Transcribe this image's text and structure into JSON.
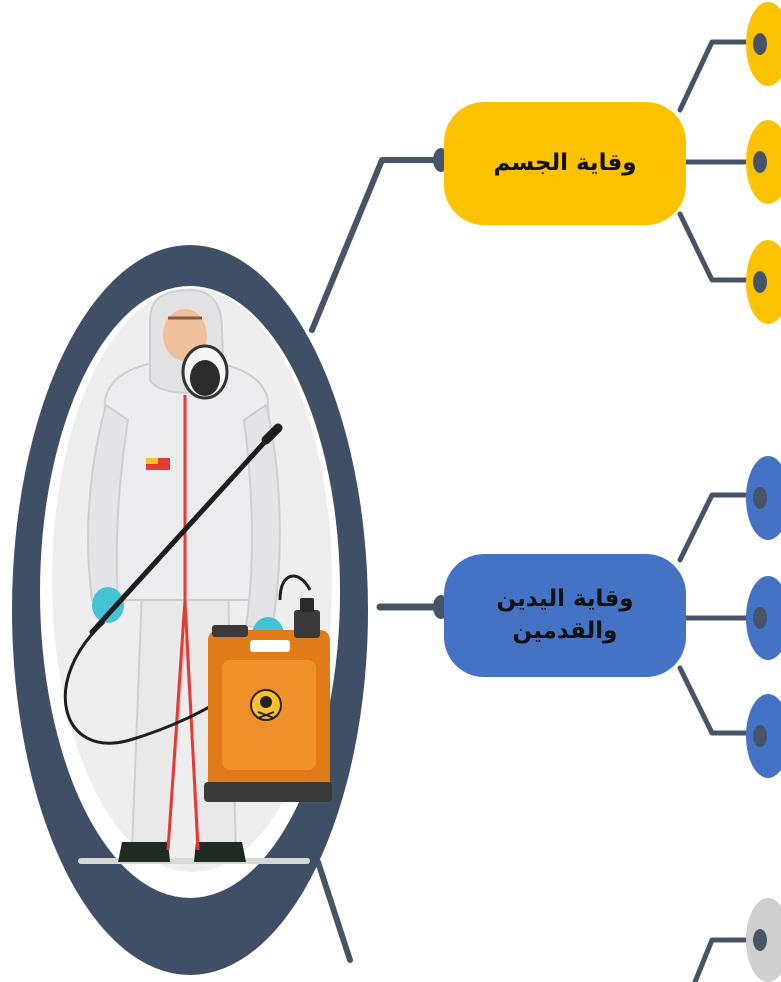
{
  "colors": {
    "frame": "#3f4f66",
    "connector": "#475468",
    "body_branch": "#fcc200",
    "hands_branch": "#4472c4",
    "third_branch": "#cfcfcf"
  },
  "branches": [
    {
      "label_lines": [
        "وقاية الجسم"
      ],
      "color": "#fcc200"
    },
    {
      "label_lines": [
        "وقاية اليدين",
        "والقدمين"
      ],
      "color": "#4472c4"
    }
  ],
  "illustration": {
    "subject": "worker in white protective suit with respirator, gloves and pesticide sprayer",
    "icon": "skull-crossbones-icon"
  }
}
